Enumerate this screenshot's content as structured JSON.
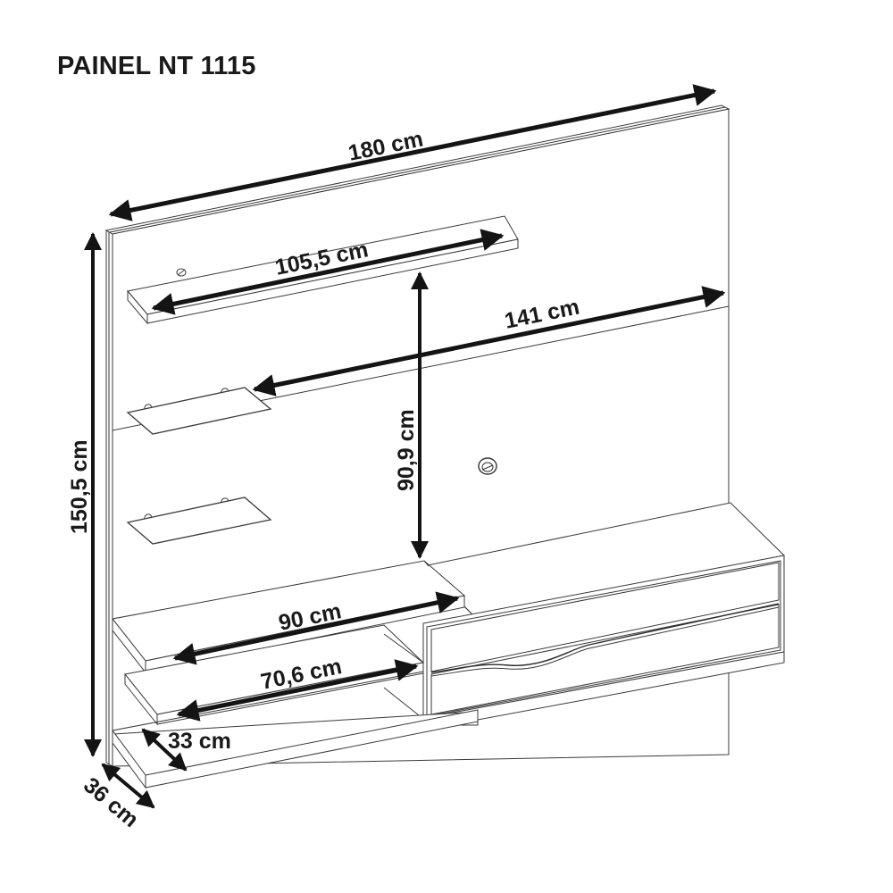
{
  "title": "PAINEL NT 1115",
  "dimensions": {
    "total_width": "180 cm",
    "top_shelf_width": "105,5 cm",
    "tv_area_width": "141 cm",
    "tv_area_height": "90,9 cm",
    "total_height": "150,5 cm",
    "middle_shelf_width": "90 cm",
    "lower_shelf_width": "70,6 cm",
    "shelf_depth": "33 cm",
    "total_depth": "36 cm"
  },
  "parts": {
    "panel": "back-panel",
    "shelves": [
      "top-shelf",
      "glass-shelf-upper",
      "glass-shelf-lower",
      "middle-shelf",
      "lower-shelf",
      "bottom-shelf"
    ],
    "rack": "drawer-unit",
    "drawers": 2,
    "cable_grommet": "cable-grommet"
  }
}
